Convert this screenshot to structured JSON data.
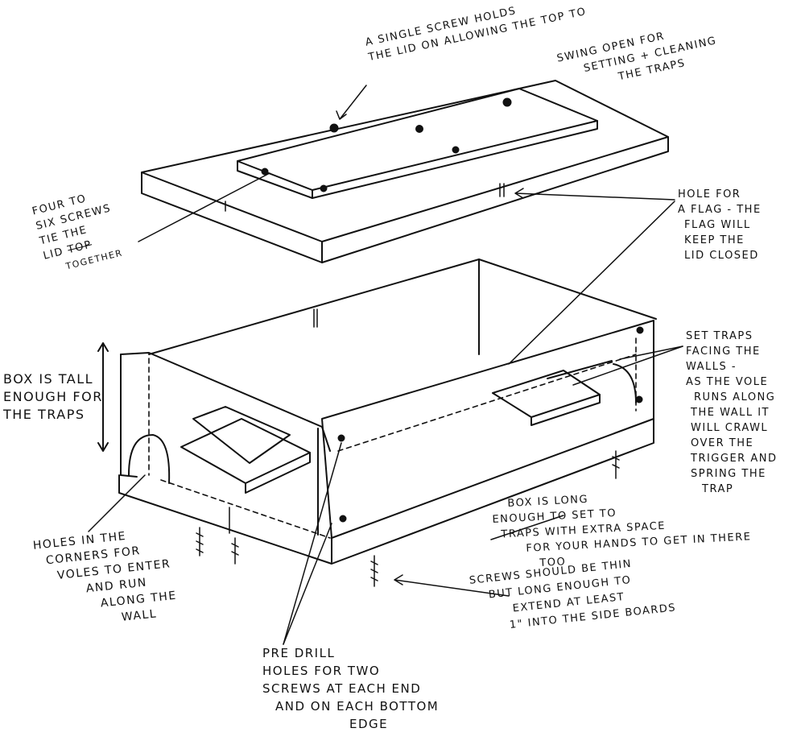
{
  "annotations": {
    "single_screw": {
      "lines": [
        "A single screw holds",
        "the lid on allowing the top to",
        "swing open for",
        "setting + cleaning",
        "the traps"
      ]
    },
    "lid_screws": {
      "lines": [
        "Four to",
        "six screws",
        "tie the",
        "lid",
        "together"
      ],
      "struck": "top"
    },
    "flag_hole": {
      "lines": [
        "Hole for",
        "a flag - the",
        "flag will",
        "keep the",
        "lid closed"
      ]
    },
    "box_tall": {
      "lines": [
        "Box is tall",
        "enough for",
        "the traps"
      ]
    },
    "set_traps": {
      "lines": [
        "Set traps",
        "facing the",
        "walls -",
        "as the vole",
        "runs along",
        "the wall it",
        "will crawl",
        "over the",
        "trigger and",
        "spring the",
        "trap"
      ]
    },
    "corner_holes": {
      "lines": [
        "Holes in the",
        "corners for",
        "voles to enter",
        "and run",
        "along the",
        "wall"
      ]
    },
    "box_long": {
      "lines": [
        "Box is long",
        "enough to set to",
        "traps with extra space",
        "for your hands to get in there",
        "too"
      ]
    },
    "screws_thin": {
      "lines": [
        "Screws should be thin",
        "but long enough to",
        "extend at least",
        "1\" into the side boards"
      ]
    },
    "pre_drill": {
      "lines": [
        "Pre drill",
        "holes for two",
        "screws at each end",
        "and on each bottom",
        "edge"
      ]
    }
  }
}
